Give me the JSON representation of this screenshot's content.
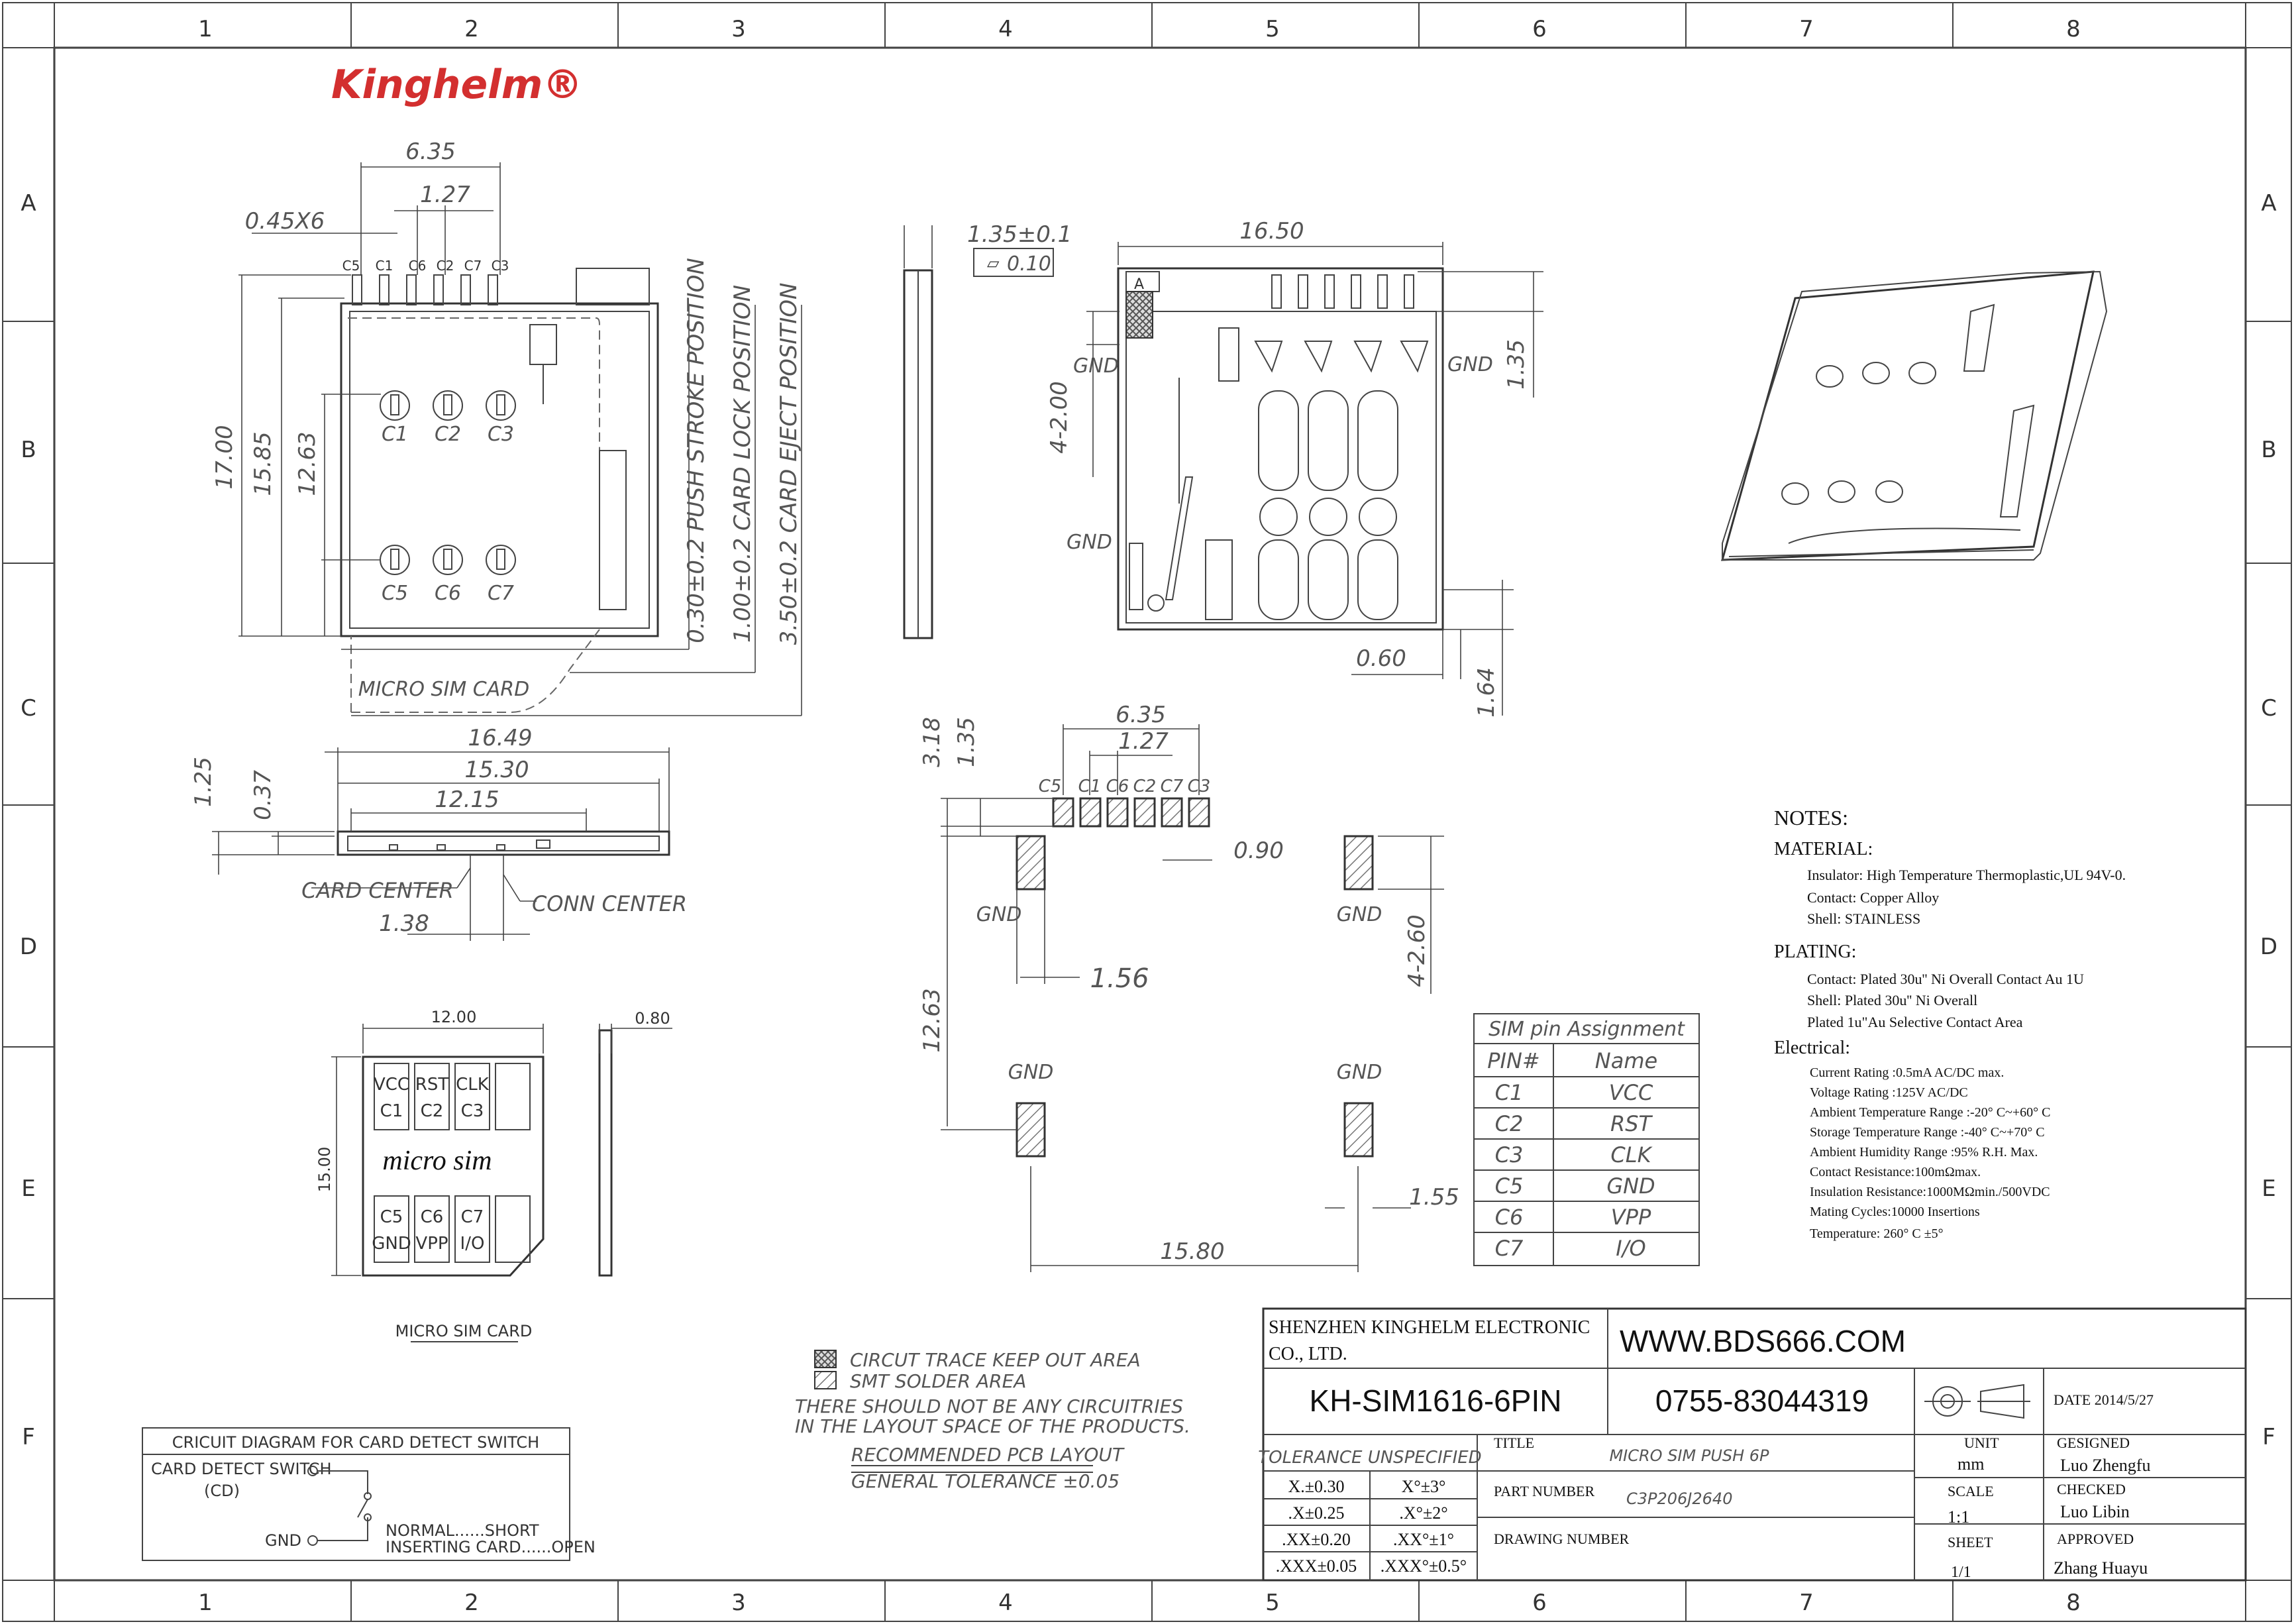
{
  "frame": {
    "col_markers": [
      "1",
      "2",
      "3",
      "4",
      "5",
      "6",
      "7",
      "8"
    ],
    "row_markers": [
      "A",
      "B",
      "C",
      "D",
      "E",
      "F"
    ]
  },
  "logo": {
    "text": "Kinghelm®",
    "color": "#d32f2f"
  },
  "top_view": {
    "dims": [
      "6.35",
      "1.27",
      "0.45X6",
      "17.00",
      "15.85",
      "12.63"
    ],
    "pin_labels_top": [
      "C5",
      "C1",
      "C6",
      "C2",
      "C7",
      "C3"
    ],
    "contacts_upper": [
      "C1",
      "C2",
      "C3"
    ],
    "contacts_lower": [
      "C5",
      "C6",
      "C7"
    ],
    "card_label": "MICRO SIM CARD",
    "positions": [
      "0.30±0.2 PUSH STROKE POSITION",
      "1.00±0.2 CARD LOCK POSITION",
      "3.50±0.2 CARD EJECT POSITION"
    ]
  },
  "side_view": {
    "thickness": "1.35±0.1",
    "flatness": "0.10"
  },
  "front_view": {
    "dims": [
      "16.50",
      "1.35",
      "4-2.00",
      "0.60",
      "1.64"
    ],
    "gnd": [
      "GND",
      "GND",
      "GND"
    ],
    "marker": "A"
  },
  "bottom_view": {
    "dims": [
      "16.49",
      "15.30",
      "12.15",
      "1.25",
      "0.37",
      "1.38"
    ],
    "labels": [
      "CARD CENTER",
      "CONN CENTER"
    ]
  },
  "pcb_layout": {
    "dims": [
      "6.35",
      "1.27",
      "3.18",
      "1.35",
      "0.90",
      "1.56",
      "12.63",
      "4-2.60",
      "1.55",
      "15.80"
    ],
    "pins": [
      "C5",
      "C1",
      "C6",
      "C2",
      "C7",
      "C3"
    ],
    "gnd": [
      "GND",
      "GND",
      "GND",
      "GND"
    ],
    "legend": [
      "CIRCUT TRACE KEEP OUT AREA",
      "SMT SOLDER AREA"
    ],
    "warning": [
      "THERE SHOULD NOT BE ANY CIRCUITRIES",
      "IN THE LAYOUT SPACE OF THE PRODUCTS."
    ],
    "title": "RECOMMENDED PCB LAYOUT",
    "tolerance": "GENERAL TOLERANCE ±0.05"
  },
  "sim_card": {
    "width": "12.00",
    "thickness": "0.80",
    "height": "15.00",
    "upper": [
      [
        "VCC",
        "C1"
      ],
      [
        "RST",
        "C2"
      ],
      [
        "CLK",
        "C3"
      ]
    ],
    "lower": [
      [
        "C5",
        "GND"
      ],
      [
        "C6",
        "VPP"
      ],
      [
        "C7",
        "I/O"
      ]
    ],
    "center": "micro sim",
    "caption": "MICRO SIM CARD"
  },
  "pin_table": {
    "title": "SIM pin Assignment",
    "headers": [
      "PIN#",
      "Name"
    ],
    "rows": [
      [
        "C1",
        "VCC"
      ],
      [
        "C2",
        "RST"
      ],
      [
        "C3",
        "CLK"
      ],
      [
        "C5",
        "GND"
      ],
      [
        "C6",
        "VPP"
      ],
      [
        "C7",
        "I/O"
      ]
    ]
  },
  "circuit": {
    "title": "CRICUIT DIAGRAM FOR CARD DETECT SWITCH",
    "switch_label": "CARD DETECT SWITCH",
    "cd": "(CD)",
    "gnd": "GND",
    "normal": "NORMAL......SHORT",
    "inserting": "INSERTING CARD......OPEN"
  },
  "notes": {
    "heading": "NOTES:",
    "material": "MATERIAL:",
    "material_lines": [
      "Insulator: High Temperature Thermoplastic,UL 94V-0.",
      "Contact: Copper Alloy",
      "Shell: STAINLESS"
    ],
    "plating": "PLATING:",
    "plating_lines": [
      "Contact: Plated 30u'' Ni Overall Contact Au 1U",
      "Shell: Plated 30u'' Ni Overall",
      "Plated 1u\"Au Selective Contact Area"
    ],
    "electrical": "Electrical:",
    "electrical_lines": [
      "Current Rating :0.5mA AC/DC max.",
      "Voltage Rating :125V AC/DC",
      "Ambient Temperature Range :-20° C~+60° C",
      "Storage Temperature Range :-40° C~+70° C",
      "Ambient Humidity Range :95% R.H. Max.",
      "Contact Resistance:100mΩmax.",
      "Insulation Resistance:1000MΩmin./500VDC",
      "Mating Cycles:10000 Insertions",
      "Temperature: 260° C ±5°"
    ]
  },
  "title_block": {
    "company": [
      "SHENZHEN KINGHELM ELECTRONIC",
      "CO., LTD."
    ],
    "website": "WWW.BDS666.COM",
    "part": "KH-SIM1616-6PIN",
    "phone": "0755-83044319",
    "date": "DATE 2014/5/27",
    "tolerance_title": "TOLERANCE UNSPECIFIED",
    "tolerances": [
      [
        "X.±0.30",
        "X°±3°"
      ],
      [
        ".X±0.25",
        ".X°±2°"
      ],
      [
        ".XX±0.20",
        ".XX°±1°"
      ],
      [
        ".XXX±0.05",
        ".XXX°±0.5°"
      ]
    ],
    "title_label": "TITLE",
    "title_value": "MICRO SIM PUSH 6P",
    "part_number_label": "PART NUMBER",
    "part_number_value": "C3P206J2640",
    "drawing_number_label": "DRAWING NUMBER",
    "unit_label": "UNIT",
    "unit_value": "mm",
    "scale_label": "SCALE",
    "scale_value": "1:1",
    "sheet_label": "SHEET",
    "sheet_value": "1/1",
    "designed_label": "GESIGNED",
    "designed_value": "Luo Zhengfu",
    "checked_label": "CHECKED",
    "checked_value": "Luo Libin",
    "approved_label": "APPROVED",
    "approved_value": "Zhang Huayu"
  }
}
